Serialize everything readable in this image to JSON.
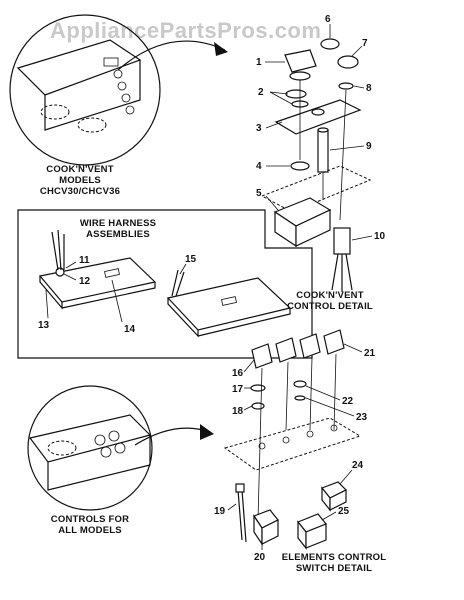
{
  "watermark": "AppliancePartsPros.com",
  "sections": {
    "cooknvent_models": {
      "line1": "COOK'N'VENT",
      "line2": "MODELS",
      "line3": "CHCV30/CHCV36"
    },
    "wire_harness": {
      "line1": "WIRE HARNESS",
      "line2": "ASSEMBLIES"
    },
    "cooknvent_control": {
      "line1": "COOK'N'VENT",
      "line2": "CONTROL DETAIL"
    },
    "controls_all": {
      "line1": "CONTROLS FOR",
      "line2": "ALL MODELS"
    },
    "elements_switch": {
      "line1": "ELEMENTS CONTROL",
      "line2": "SWITCH DETAIL"
    }
  },
  "callouts": [
    "1",
    "2",
    "3",
    "4",
    "5",
    "6",
    "7",
    "8",
    "9",
    "10",
    "11",
    "12",
    "13",
    "14",
    "15",
    "16",
    "17",
    "18",
    "19",
    "20",
    "21",
    "22",
    "23",
    "24",
    "25"
  ],
  "colors": {
    "ink": "#111111",
    "watermark": "#c9c9c9",
    "paper": "#ffffff"
  }
}
